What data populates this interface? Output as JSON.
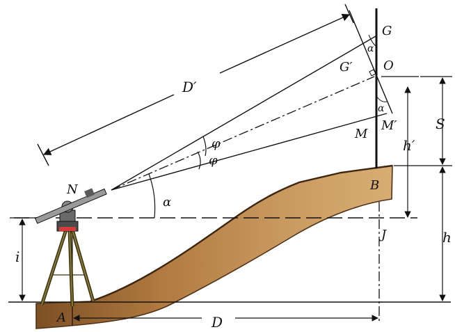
{
  "colors": {
    "line": "#111111",
    "ground_light": "#c9955b",
    "ground_dark": "#8a5a2c",
    "ground_edge": "#4d3218",
    "tripod": "#6b5a2a",
    "instrument_red": "#d63a3a",
    "background": "#ffffff"
  },
  "labels": {
    "G": "G",
    "G_prime": "G′",
    "O": "O",
    "alpha_top": "α",
    "alpha_mid": "α",
    "M_prime": "M′",
    "M": "M",
    "B": "B",
    "J": "J",
    "A": "A",
    "N": "N",
    "D_prime": "D′",
    "D": "D",
    "h": "h",
    "h_prime": "h′",
    "S": "S",
    "i": "i",
    "phi_upper": "φ",
    "phi_lower": "φ",
    "alpha_angle": "α"
  },
  "icons": {
    "instrument": "theodolite-icon",
    "staff": "levelling-staff-icon"
  }
}
